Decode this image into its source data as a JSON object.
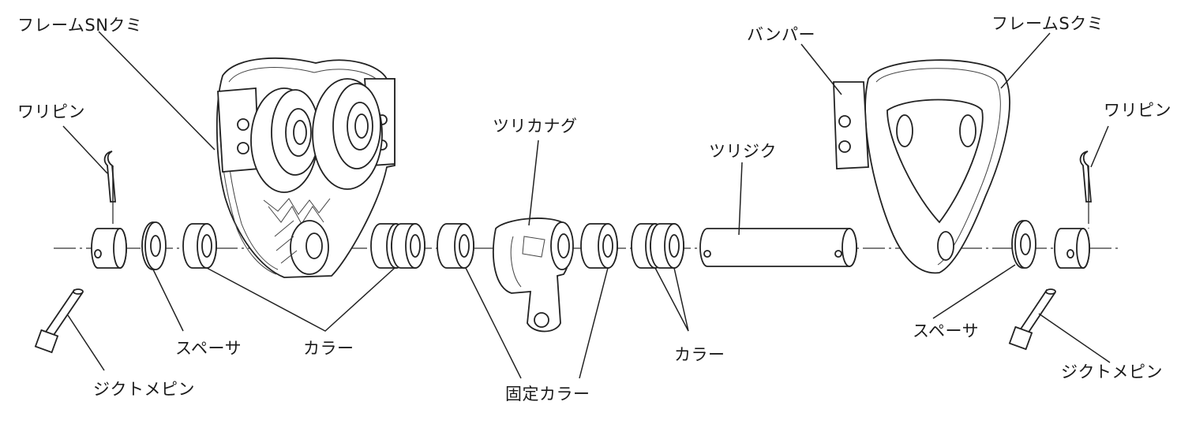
{
  "labels": {
    "frame_sn": "フレームSNクミ",
    "frame_s": "フレームSクミ",
    "bumper": "バンパー",
    "split_pin_left": "ワリピン",
    "split_pin_right": "ワリピン",
    "hanger": "ツリカナグ",
    "hanger_shaft": "ツリジク",
    "spacer_left": "スペーサ",
    "spacer_right": "スペーサ",
    "collar_left": "カラー",
    "collar_right": "カラー",
    "fixed_collar": "固定カラー",
    "axle_pin_left": "ジクトメピン",
    "axle_pin_right": "ジクトメピン"
  },
  "colors": {
    "line": "#222222",
    "text": "#1a1a1a",
    "background": "#ffffff"
  }
}
